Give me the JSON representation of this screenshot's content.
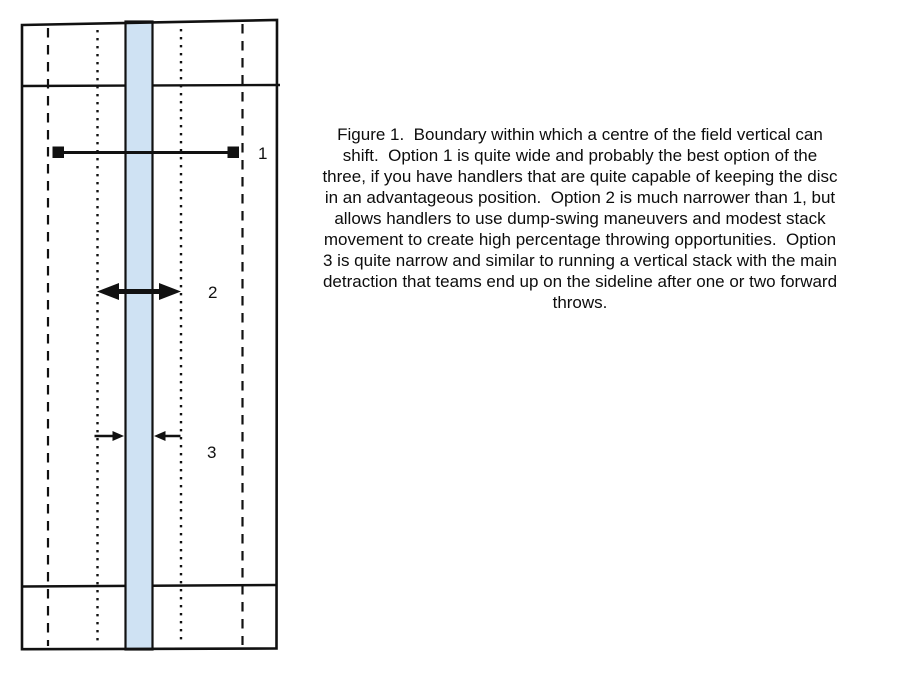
{
  "colors": {
    "corridor_fill": "#cfe2f3",
    "line": "#111111"
  },
  "figure_labels": {
    "option1": "1",
    "option2": "2",
    "option3": "3"
  },
  "caption": {
    "lines": [
      "Figure 1.  Boundary within which a centre of the field vertical can",
      "shift.  Option 1 is quite wide and probably the best option of the",
      "three, if you have handlers that are quite capable of keeping the disc",
      "in an advantageous position.  Option 2 is much narrower than 1, but",
      "allows handlers to use dump-swing maneuvers and modest stack",
      "movement to create high percentage throwing opportunities.  Option",
      "3 is quite narrow and similar to running a vertical stack with the main",
      "detraction that teams end up on the sideline after one or two forward",
      "throws."
    ]
  }
}
